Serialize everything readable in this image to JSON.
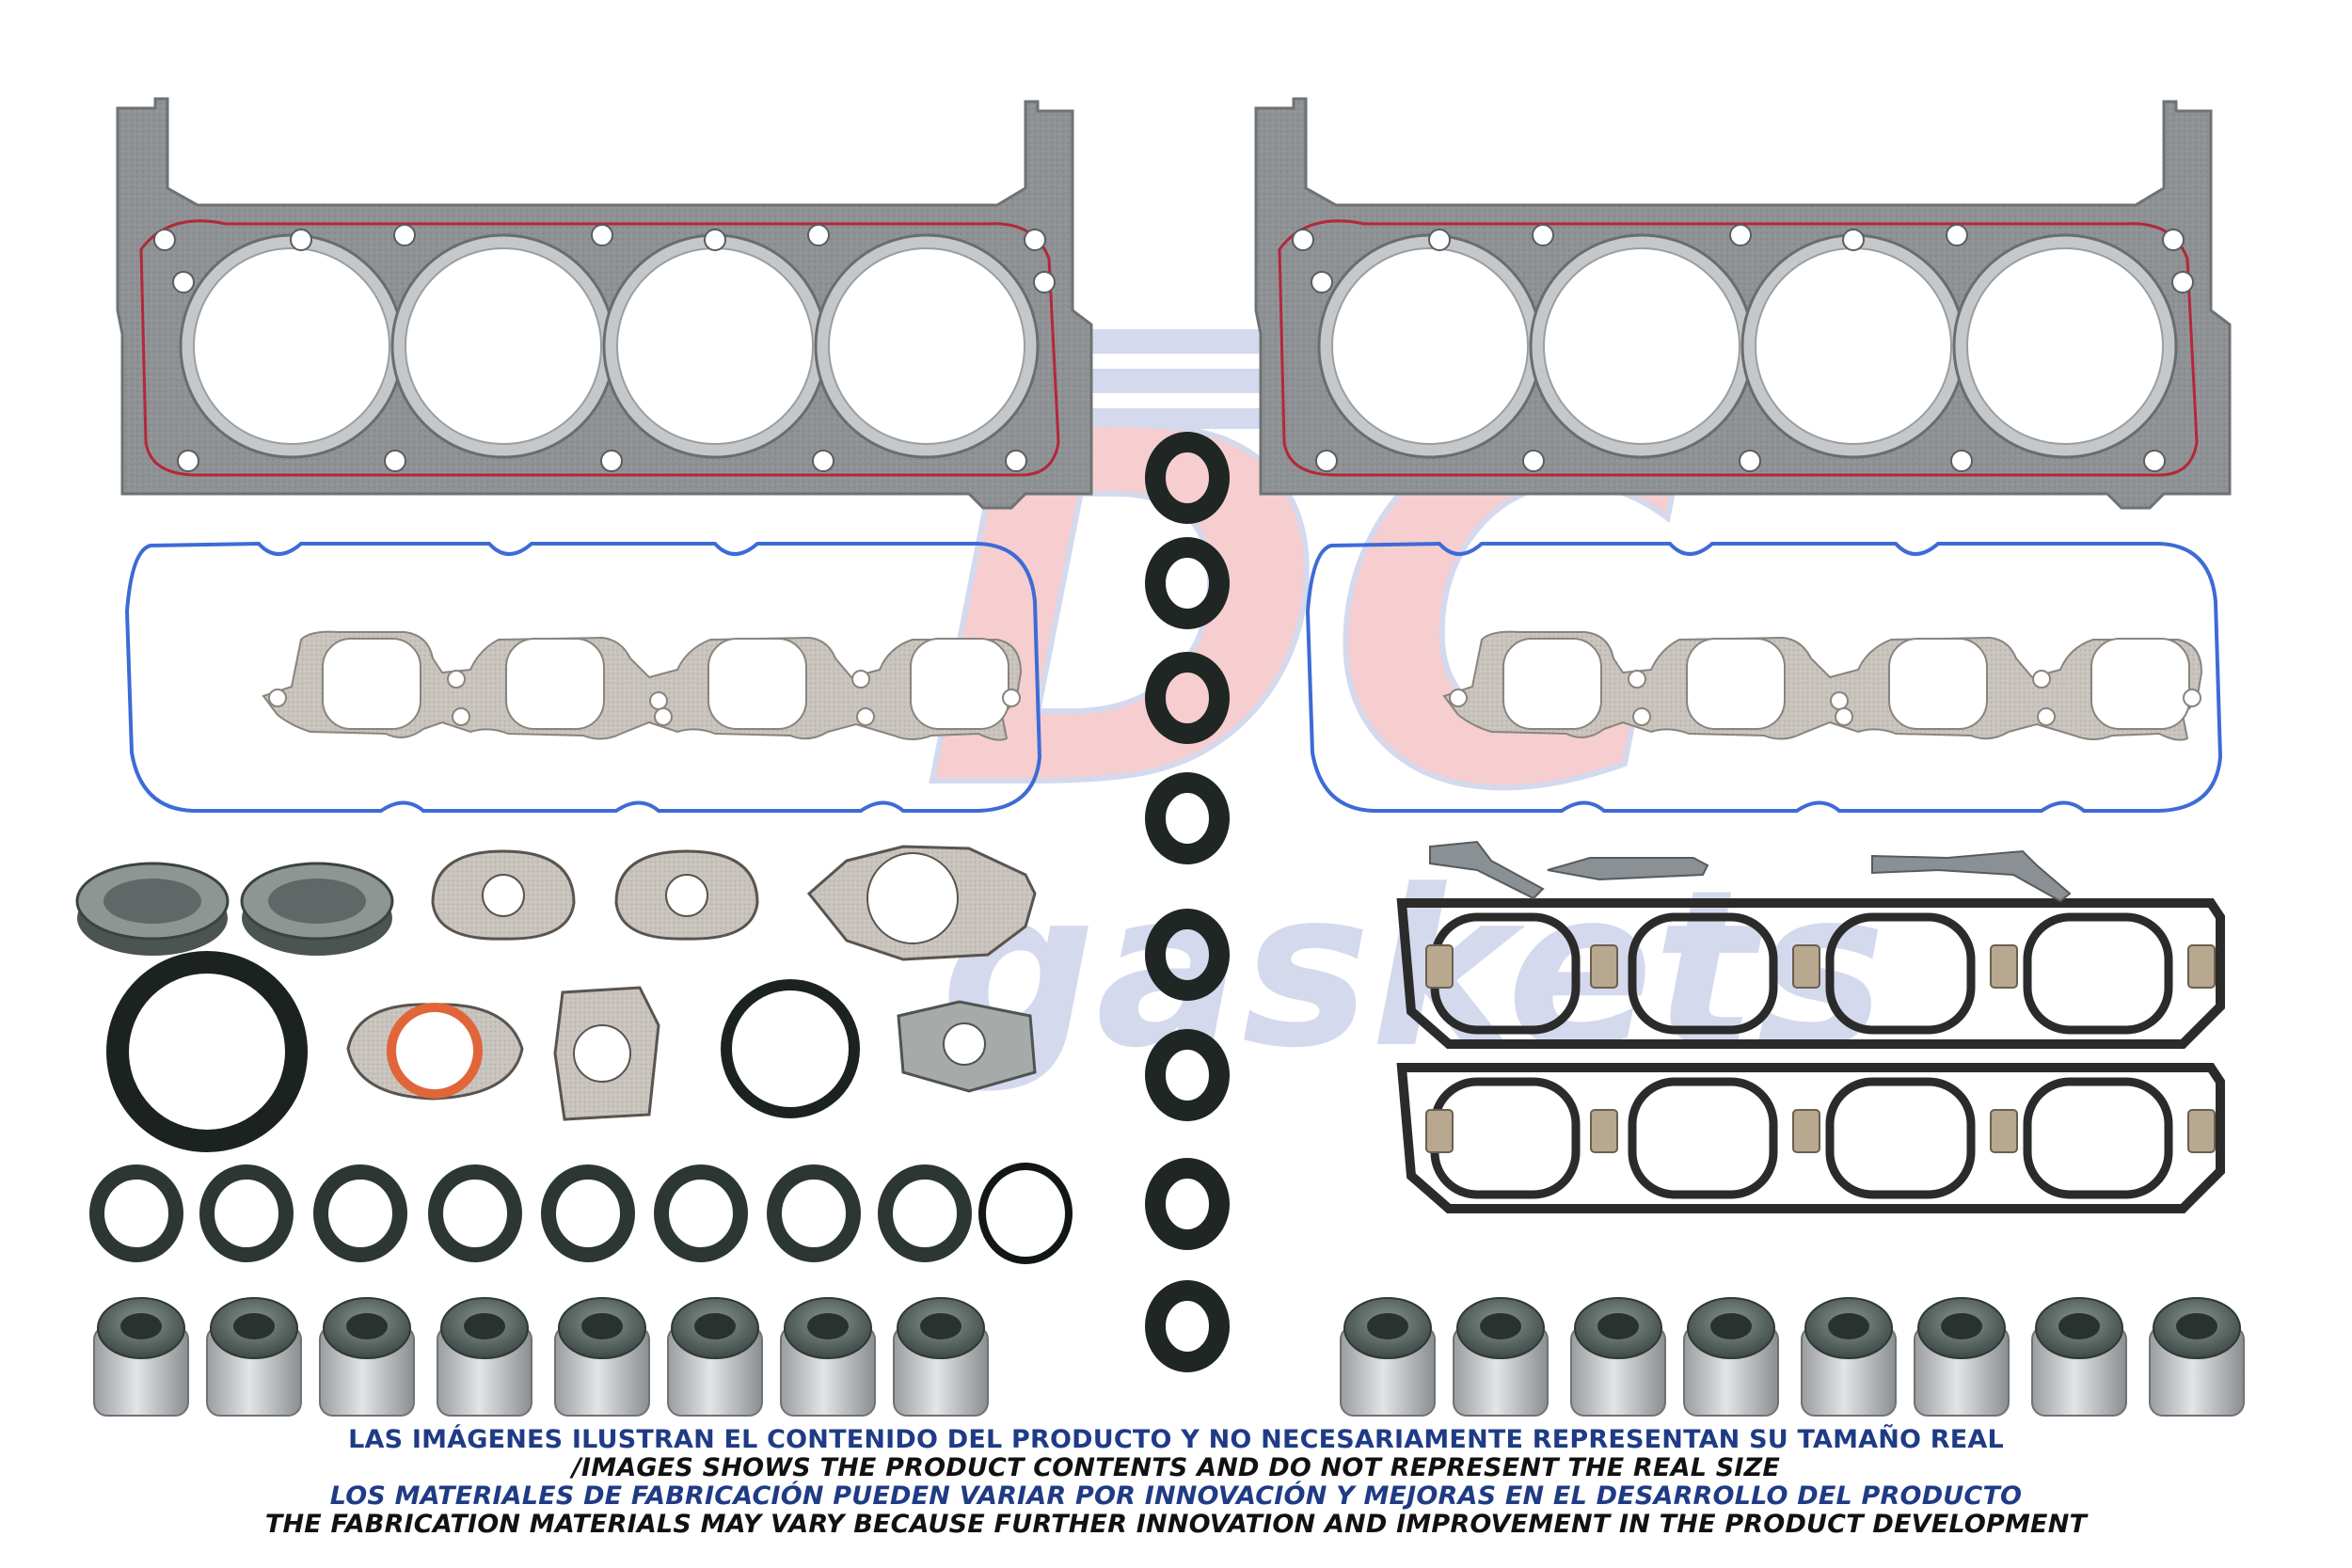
{
  "watermark": {
    "logo_letters": "DC",
    "logo_word": "gaskets",
    "colors": {
      "blue": "#3f57b0",
      "red": "#d8262c"
    }
  },
  "disclaimer": {
    "line1": "LAS IMÁGENES ILUSTRAN EL CONTENIDO DEL PRODUCTO Y NO NECESARIAMENTE REPRESENTAN SU TAMAÑO REAL",
    "line2": "/IMAGES SHOWS THE PRODUCT CONTENTS AND DO NOT REPRESENT THE REAL SIZE",
    "line3": "LOS MATERIALES DE FABRICACIÓN PUEDEN VARIAR POR INNOVACIÓN Y MEJORAS EN EL DESARROLLO DEL PRODUCTO",
    "line4": "THE FABRICATION MATERIALS MAY VARY BECAUSE FURTHER INNOVATION AND IMPROVEMENT IN THE PRODUCT DEVELOPMENT"
  },
  "colors": {
    "head_gasket": "#8f9295",
    "fire_ring": "#c5c8cb",
    "red_bead": "#b3283a",
    "valve_cover_blue": "#3d6bd6",
    "exhaust_gasket": "#c7c1bb",
    "o_ring": "#2f3b36",
    "intake_gasket": "#2b2b2b",
    "orange_seal": "#e0663a",
    "valve_seal_cap": "#5e6b66",
    "valve_seal_body": "#b9bcbf"
  },
  "counts": {
    "cylinders_per_head": 4,
    "small_o_rings_center": 8,
    "o_rings_row": 9,
    "valve_stem_seals_per_side": 8
  }
}
